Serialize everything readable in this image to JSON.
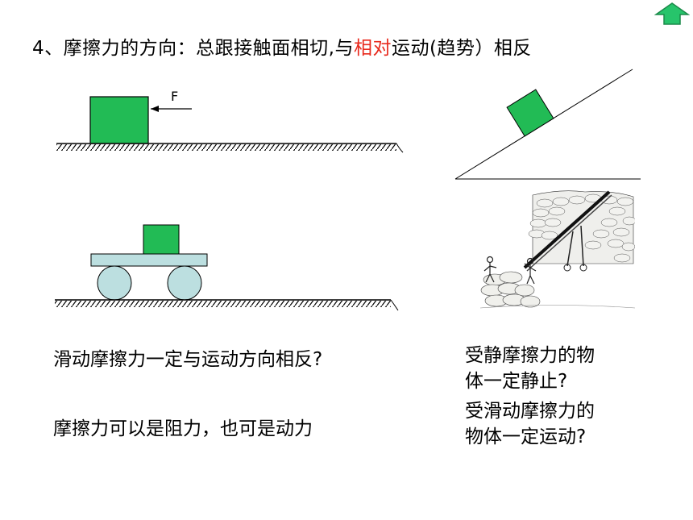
{
  "title": {
    "prefix": "4、摩擦力的方向：总跟接触面相切,与",
    "highlight": "相对",
    "suffix": "运动(趋势）相反"
  },
  "diagram": {
    "force_label": "F"
  },
  "texts": {
    "q1": "滑动摩擦力一定与运动方向相反?",
    "q2": "摩擦力可以是阻力，也可是动力",
    "q3_line1": "受静摩擦力的物",
    "q3_line2": "体一定静止?",
    "q4_line1": "受滑动摩擦力的",
    "q4_line2": "物体一定运动?"
  },
  "colors": {
    "block_green": "#22bb55",
    "cart_blue": "#bcdfe0",
    "highlight_red": "#e8291c",
    "home_button_green": "#27c46b"
  },
  "icons": {
    "home_button": "up-arrow-icon"
  }
}
